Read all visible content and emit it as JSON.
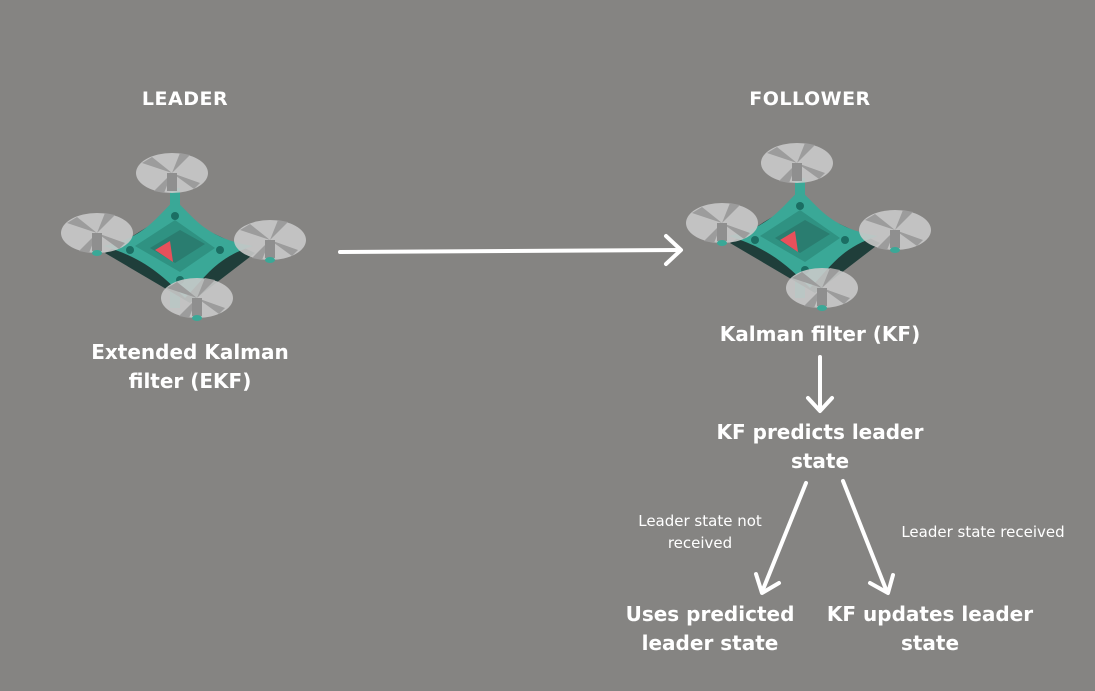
{
  "leader": {
    "heading": "LEADER",
    "filter_line1": "Extended Kalman",
    "filter_line2": "filter (EKF)"
  },
  "follower": {
    "heading": "FOLLOWER",
    "filter": "Kalman filter (KF)",
    "predict_line1": "KF predicts leader",
    "predict_line2": "state",
    "branch_left_line1": "Leader state not",
    "branch_left_line2": "received",
    "branch_right": "Leader state received",
    "outcome_left_line1": "Uses predicted",
    "outcome_left_line2": "leader state",
    "outcome_right_line1": "KF updates leader",
    "outcome_right_line2": "state"
  },
  "colors": {
    "background": "#858482",
    "drone_body": "#3aa897",
    "drone_dark": "#2a7d70",
    "drone_accent": "#e8505b",
    "rotor": "#c9c9c9",
    "arrow": "#ffffff"
  },
  "icons": [
    "leader-drone-icon",
    "follower-drone-icon"
  ]
}
